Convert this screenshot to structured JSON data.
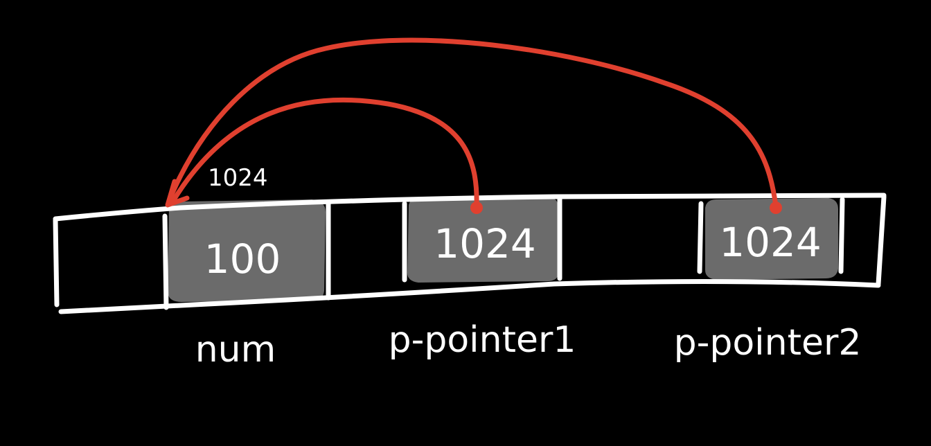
{
  "diagram": {
    "address_label": "1024",
    "cells": [
      {
        "id": "num",
        "value": "100",
        "label": "num"
      },
      {
        "id": "p_pointer1",
        "value": "1024",
        "label": "p-pointer1"
      },
      {
        "id": "p_pointer2",
        "value": "1024",
        "label": "p-pointer2"
      }
    ],
    "colors": {
      "background": "#000000",
      "strip_outline": "#ffffff",
      "cell_fill": "#6b6b6b",
      "pointer_arrow": "#e0402f",
      "text": "#ffffff"
    }
  }
}
